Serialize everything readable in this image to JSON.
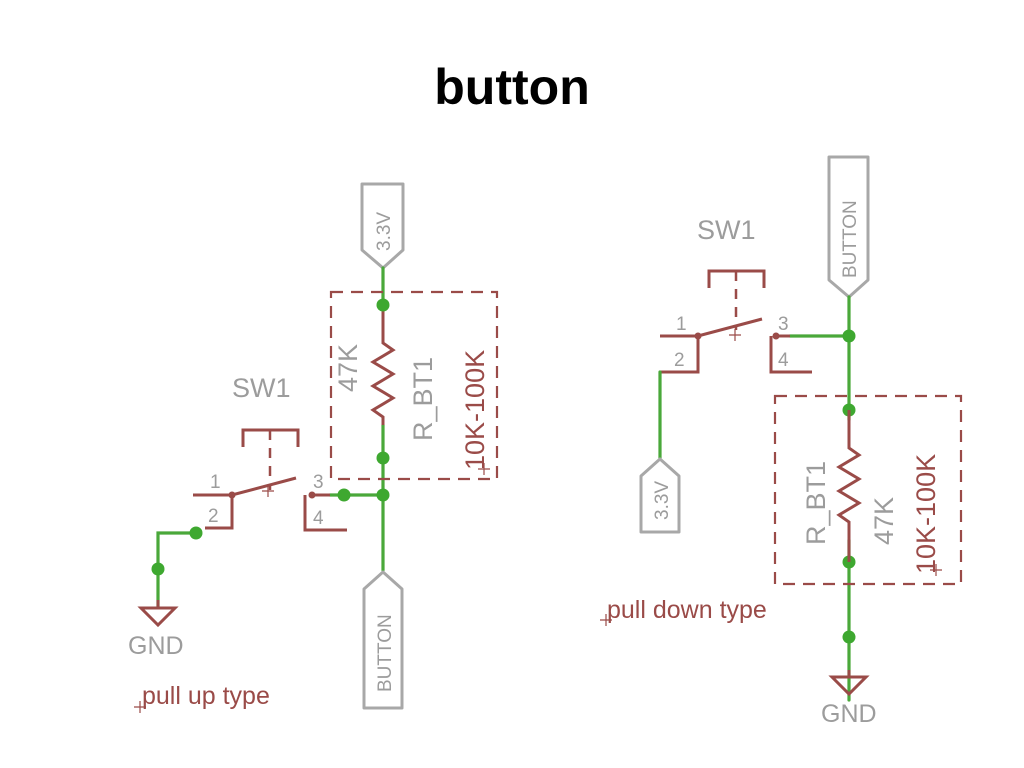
{
  "title": "button",
  "pull_up": {
    "switch_name": "SW1",
    "pin1": "1",
    "pin2": "2",
    "pin3": "3",
    "pin4": "4",
    "resistor_name": "R_BT1",
    "resistor_value": "47K",
    "resistor_range": "10K-100K",
    "supply_label": "3.3V",
    "output_label": "BUTTON",
    "ground_label": "GND",
    "caption": "pull up type"
  },
  "pull_down": {
    "switch_name": "SW1",
    "pin1": "1",
    "pin2": "2",
    "pin3": "3",
    "pin4": "4",
    "resistor_name": "R_BT1",
    "resistor_value": "47K",
    "resistor_range": "10K-100K",
    "supply_label": "3.3V",
    "output_label": "BUTTON",
    "ground_label": "GND",
    "caption": "pull down type"
  },
  "colors": {
    "wire": "#4aa83a",
    "component": "#9a4b48",
    "port": "#a8a8a8",
    "label_gray": "#9c9c9c"
  }
}
